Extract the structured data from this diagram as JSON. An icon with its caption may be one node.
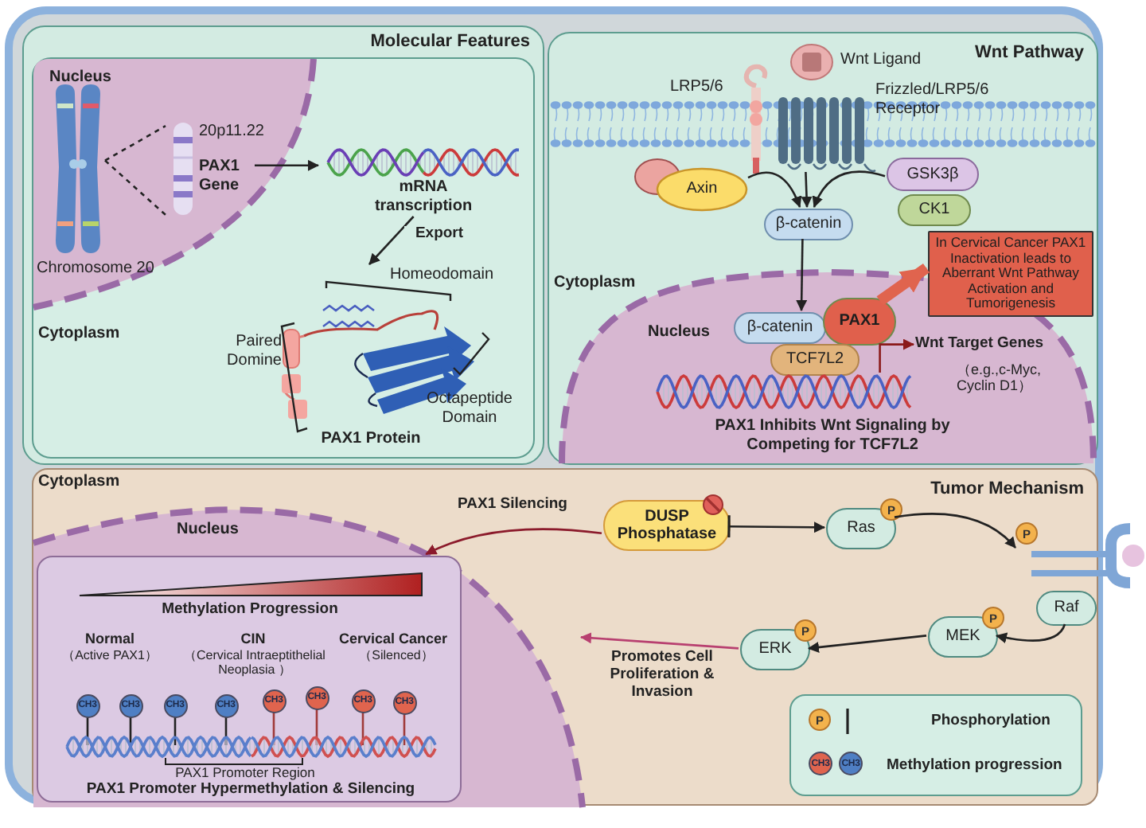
{
  "diagram": {
    "nodes": [
      {
        "text": [
          "Molecular Features"
        ]
      },
      {
        "text": [
          "Nucleus"
        ],
        "in": 0
      },
      {
        "text": [
          "Chromosome 20"
        ],
        "in": 1
      },
      {
        "text": [
          "20p11.22",
          "PAX1 Gene"
        ],
        "in": 1
      },
      {
        "text": [
          "mRNA transcription"
        ],
        "in": 0
      },
      {
        "text": [
          "Homeodomain",
          "Paired Domine",
          "Octapeptide Domain",
          "PAX1 Protein"
        ],
        "in": 0
      },
      {
        "text": [
          "Wnt Pathway"
        ]
      },
      {
        "text": [
          "Wnt Ligand"
        ],
        "in": 6
      },
      {
        "text": [
          "LRP5/6"
        ],
        "in": 6
      },
      {
        "text": [
          "Frizzled/LRP5/6 Receptor"
        ],
        "in": 6
      },
      {
        "text": [
          "Axin"
        ],
        "in": 6
      },
      {
        "text": [
          "GSK3β"
        ],
        "in": 6
      },
      {
        "text": [
          "CK1"
        ],
        "in": 6
      },
      {
        "text": [
          "β-catenin"
        ],
        "in": 6
      },
      {
        "text": [
          "Nucleus",
          "PAX1 Inhibits Wnt Signaling by Competing for TCF7L2"
        ],
        "in": 6
      },
      {
        "text": [
          "β-catenin"
        ],
        "in": 14
      },
      {
        "text": [
          "PAX1"
        ],
        "in": 14
      },
      {
        "text": [
          "TCF7L2"
        ],
        "in": 14
      },
      {
        "text": [],
        "shape": "picture",
        "in": 14
      },
      {
        "text": [
          "Wnt Target Genes",
          "（e.g.,c-Myc, Cyclin D1）"
        ],
        "in": 14
      },
      {
        "text": [
          "In Cervical Cancer PAX1 Inactivation leads to Aberrant Wnt Pathway Activation and Tumorigenesis"
        ],
        "in": 6
      },
      {
        "text": [
          "Tumor Mechanism"
        ]
      },
      {
        "text": [
          "Nucleus"
        ],
        "in": 21
      },
      {
        "text": [
          "Methylation Progression",
          "Normal",
          "（Active PAX1）",
          "CIN",
          "（Cervical Intraeptithelial Neoplasia ）",
          "Cervical Cancer",
          "（Silenced）",
          "CH3",
          "CH3",
          "CH3",
          "CH3",
          "CH3",
          "CH3",
          "CH3",
          "CH3",
          "PAX1 Promoter Region",
          "PAX1 Promoter Hypermethylation & Silencing"
        ],
        "in": 22
      },
      {
        "text": [
          "DUSP Phosphatase"
        ],
        "in": 21
      },
      {
        "text": [
          "Ras",
          "P"
        ],
        "in": 21
      },
      {
        "text": [
          "P"
        ]
      },
      {
        "text": [
          "Raf"
        ],
        "in": 21
      },
      {
        "text": [
          "MEK",
          "P"
        ],
        "in": 21
      },
      {
        "text": [
          "ERK",
          "P"
        ],
        "in": 21
      }
    ],
    "edges": [
      {
        "from": 2,
        "to": 3,
        "arrow": "none",
        "style": "dashed"
      },
      {
        "from": 3,
        "to": 4,
        "arrow": "to"
      },
      {
        "from": 4,
        "to": 5,
        "arrow": "to",
        "label": "Export"
      },
      {
        "from": 9,
        "to": 13,
        "arrow": "to"
      },
      {
        "from": 10,
        "to": 13,
        "arrow": "to"
      },
      {
        "from": 11,
        "to": 13,
        "arrow": "to"
      },
      {
        "from": 13,
        "to": 15,
        "arrow": "to"
      },
      {
        "from": 16,
        "to": 20,
        "arrow": "to",
        "style": "thick",
        "color": "#e0644e"
      },
      {
        "from": 18,
        "to": 19,
        "arrow": "to",
        "color": "#8b1a1a"
      },
      {
        "from": 24,
        "to": 23,
        "arrow": "to",
        "label": "PAX1 Silencing",
        "color": "#8b1a2b"
      },
      {
        "from": 24,
        "to": 25,
        "arrow": "to"
      },
      {
        "from": 25,
        "to": 26,
        "arrow": "to"
      },
      {
        "from": 27,
        "to": 28,
        "arrow": "to"
      },
      {
        "from": 28,
        "to": 29,
        "arrow": "to"
      },
      {
        "from": 29,
        "to": 22,
        "arrow": "to",
        "label": "Promotes Cell Proliferation & Invasion",
        "color": "#b84070"
      }
    ],
    "labels": [
      "Cytoplasm",
      "Cytoplasm",
      "Cytoplasm",
      "P",
      "CH3",
      "CH3"
    ],
    "legend": [
      {
        "text": "Phosphorylation"
      },
      {
        "text": "Methylation progression"
      }
    ]
  }
}
